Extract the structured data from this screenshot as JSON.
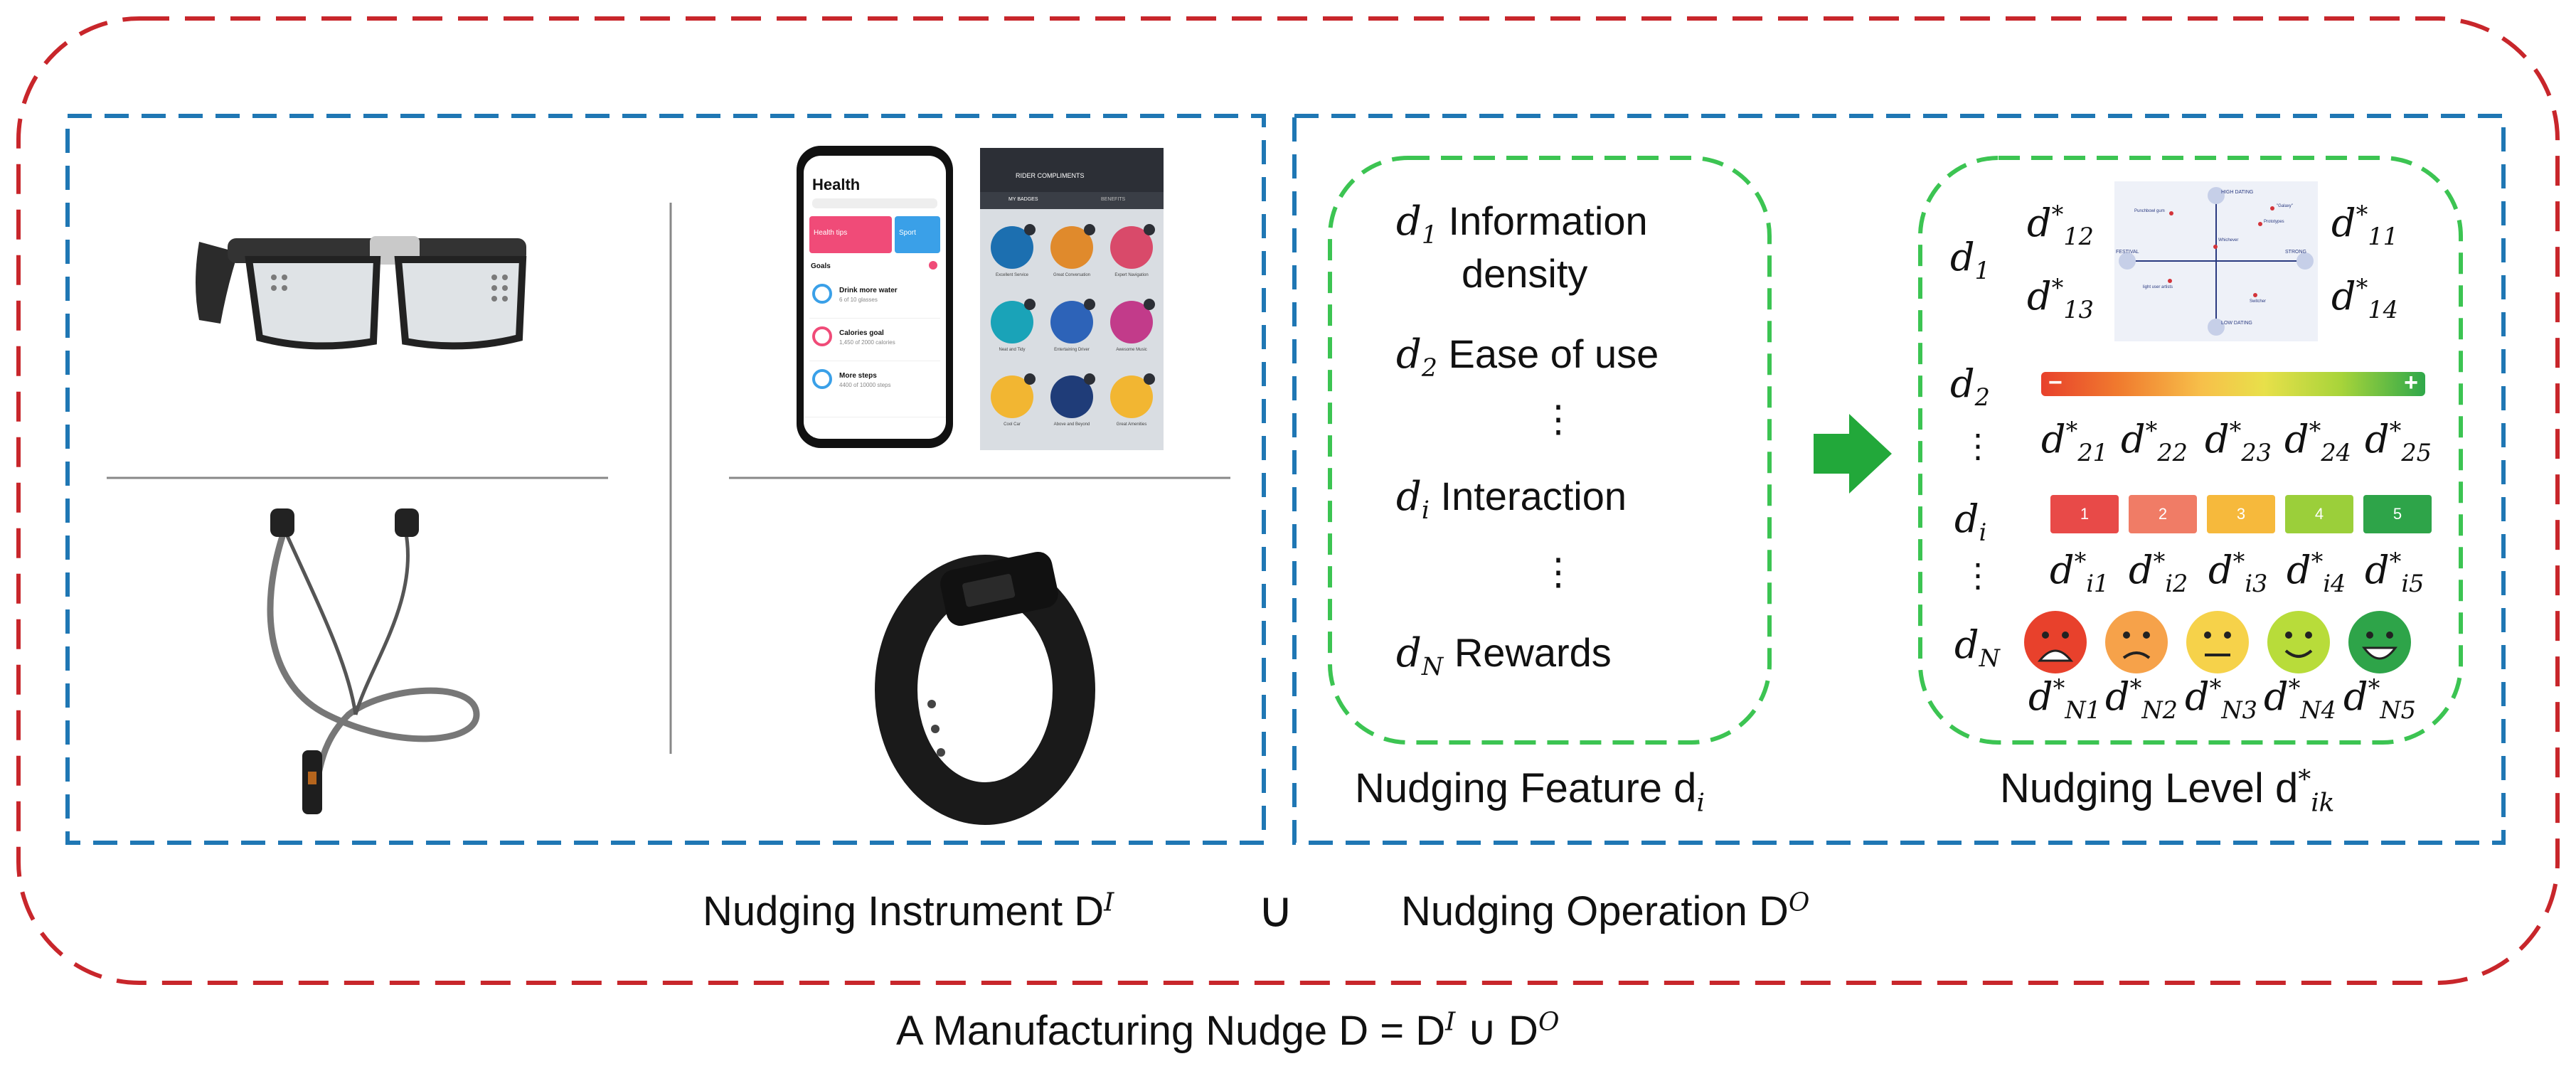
{
  "captions": {
    "instrument": "Nudging Instrument D",
    "instrument_sup": "I",
    "union": "∪",
    "operation": "Nudging Operation D",
    "operation_sup": "O",
    "nudge": "A Manufacturing Nudge D = D",
    "nudge_sup1": "I",
    "nudge_mid": " ∪ D",
    "nudge_sup2": "O",
    "feature": "Nudging Feature d",
    "feature_sub": "i",
    "level": "Nudging Level d",
    "level_sup": "*",
    "level_sub": "ik"
  },
  "features": [
    {
      "var": "d",
      "sub": "1",
      "text": "Information",
      "text2": "density"
    },
    {
      "var": "d",
      "sub": "2",
      "text": "Ease of use"
    },
    {
      "var": "d",
      "sub": "i",
      "text": "Interaction"
    },
    {
      "var": "d",
      "sub": "N",
      "text": "Rewards"
    }
  ],
  "ellipsis": "⋮",
  "levels": {
    "row_labels": [
      {
        "var": "d",
        "sub": "1"
      },
      {
        "var": "d",
        "sub": "2"
      },
      {
        "var": "d",
        "sub": "i"
      },
      {
        "var": "d",
        "sub": "N"
      }
    ],
    "d1_corners": [
      {
        "sub": "12"
      },
      {
        "sub": "11"
      },
      {
        "sub": "13"
      },
      {
        "sub": "14"
      }
    ],
    "d2_levels": [
      "21",
      "22",
      "23",
      "24",
      "25"
    ],
    "di_levels": [
      "i1",
      "i2",
      "i3",
      "i4",
      "i5"
    ],
    "dN_levels": [
      "N1",
      "N2",
      "N3",
      "N4",
      "N5"
    ],
    "likert": [
      "1",
      "2",
      "3",
      "4",
      "5"
    ],
    "slider_minus": "−",
    "slider_plus": "+"
  },
  "phone": {
    "title": "Health",
    "cards": [
      "Health tips",
      "Sport"
    ],
    "goals_label": "Goals",
    "goals": [
      {
        "title": "Drink more water",
        "sub": "6 of 10 glasses"
      },
      {
        "title": "Calories goal",
        "sub": "1,450 of 2000 calories"
      },
      {
        "title": "More steps",
        "sub": "4400 of 10000 steps"
      }
    ]
  },
  "tablet": {
    "header": "RIDER COMPLIMENTS",
    "tabs": [
      "MY BADGES",
      "BENEFITS"
    ],
    "badges": [
      "Excellent Service",
      "Great Conversation",
      "Expert Navigation",
      "Neat and Tidy",
      "Entertaining Driver",
      "Awesome Music",
      "Cool Car",
      "Above and Beyond",
      "Great Amenities"
    ]
  },
  "quad_chart": {
    "top": "HIGH DATING",
    "bottom": "LOW DATING",
    "left": "FESTIVAL",
    "right": "STRONG",
    "points": [
      "Punchbowl gum",
      "\"Galaxy\"",
      "Prototypes",
      "Whichever",
      "light user artists",
      "Switcher"
    ]
  },
  "colors": {
    "outer_dash": "#c8262b",
    "blue_dash": "#1f77b4",
    "green_dash": "#3cc452",
    "arrow": "#22a83a",
    "likert": [
      "#e84a48",
      "#f07c66",
      "#f6b93c",
      "#9bcf3a",
      "#2ea449"
    ]
  }
}
